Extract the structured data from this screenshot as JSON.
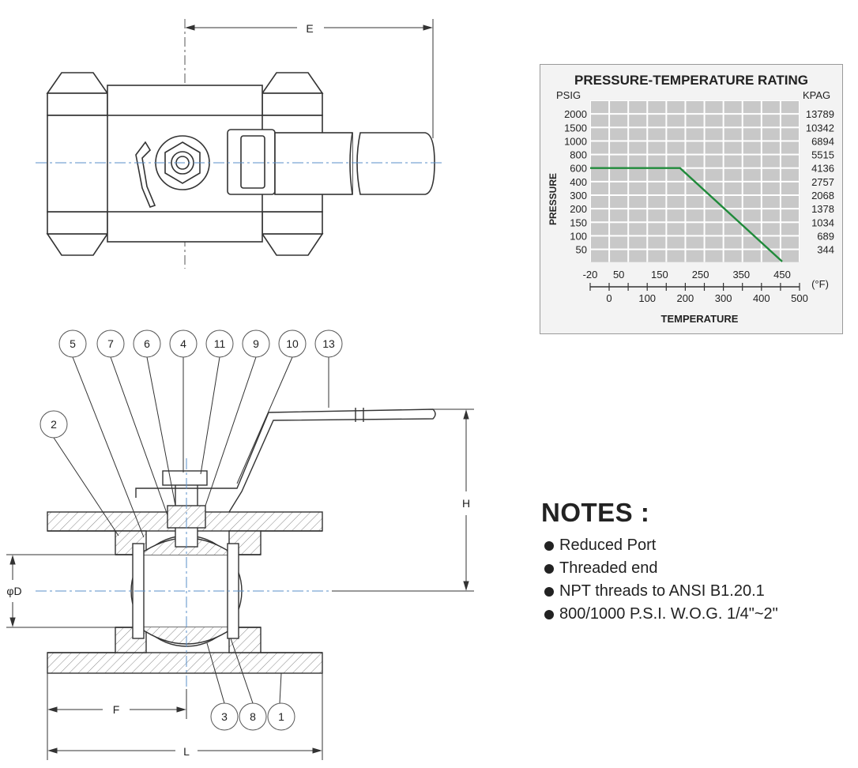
{
  "dimensions": {
    "E": "E",
    "H": "H",
    "D": "φD",
    "F": "F",
    "L": "L"
  },
  "part_numbers": {
    "top_row": [
      "5",
      "7",
      "6",
      "4",
      "11",
      "9",
      "10",
      "13"
    ],
    "left": "2",
    "bottom_row": [
      "3",
      "8",
      "1"
    ]
  },
  "chart_data": {
    "type": "line",
    "title": "PRESSURE-TEMPERATURE RATING",
    "ylabel": "PRESSURE",
    "xlabel": "TEMPERATURE",
    "y_left_unit": "PSIG",
    "y_right_unit": "KPAG",
    "y_left_ticks": [
      "2000",
      "1500",
      "1000",
      "800",
      "600",
      "400",
      "300",
      "200",
      "150",
      "100",
      "50"
    ],
    "y_right_ticks": [
      "13789",
      "10342",
      "6894",
      "5515",
      "4136",
      "2757",
      "2068",
      "1378",
      "1034",
      "689",
      "344"
    ],
    "x_top_ticks": [
      "-20",
      "50",
      "150",
      "250",
      "350",
      "450"
    ],
    "x_top_unit": "(°F)",
    "x_bottom_ticks": [
      "0",
      "100",
      "200",
      "300",
      "400",
      "500"
    ],
    "series": [
      {
        "x": [
          -20,
          200,
          450
        ],
        "y": [
          600,
          600,
          50
        ],
        "color": "#1f8a3a"
      }
    ],
    "grid": true,
    "grid_color": "#c8c8c8"
  },
  "notes": {
    "heading": "NOTES :",
    "items": [
      "Reduced Port",
      "Threaded end",
      "NPT threads to ANSI B1.20.1",
      "800/1000 P.S.I. W.O.G. 1/4\"~2\""
    ]
  }
}
